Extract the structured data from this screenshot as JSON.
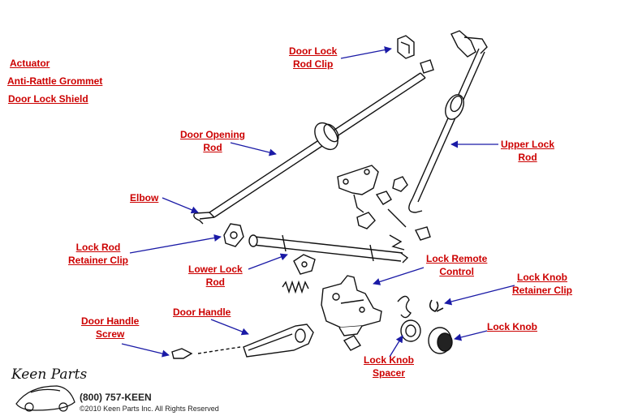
{
  "links": {
    "actuator": "Actuator",
    "anti_rattle_grommet": "Anti-Rattle Grommet",
    "door_lock_shield": "Door Lock Shield"
  },
  "callouts": {
    "door_lock_rod_clip": [
      "Door Lock",
      "Rod Clip"
    ],
    "door_opening_rod": [
      "Door Opening",
      "Rod"
    ],
    "upper_lock_rod": [
      "Upper Lock",
      "Rod"
    ],
    "elbow": [
      "Elbow"
    ],
    "lock_rod_retainer_clip": [
      "Lock Rod",
      "Retainer Clip"
    ],
    "lower_lock_rod": [
      "Lower Lock",
      "Rod"
    ],
    "lock_remote_control": [
      "Lock Remote",
      "Control"
    ],
    "lock_knob_retainer_clip": [
      "Lock Knob",
      "Retainer Clip"
    ],
    "lock_knob": [
      "Lock Knob"
    ],
    "door_handle_screw": [
      "Door Handle",
      "Screw"
    ],
    "door_handle": [
      "Door Handle"
    ],
    "lock_knob_spacer": [
      "Lock Knob",
      "Spacer"
    ]
  },
  "footer": {
    "logo": "Keen Parts",
    "phone": "(800) 757-KEEN",
    "copyright": "©2010 Keen Parts Inc. All Rights Reserved"
  },
  "colors": {
    "label": "#cc0000",
    "arrow": "#1a1aa6",
    "line_art": "#111111"
  }
}
